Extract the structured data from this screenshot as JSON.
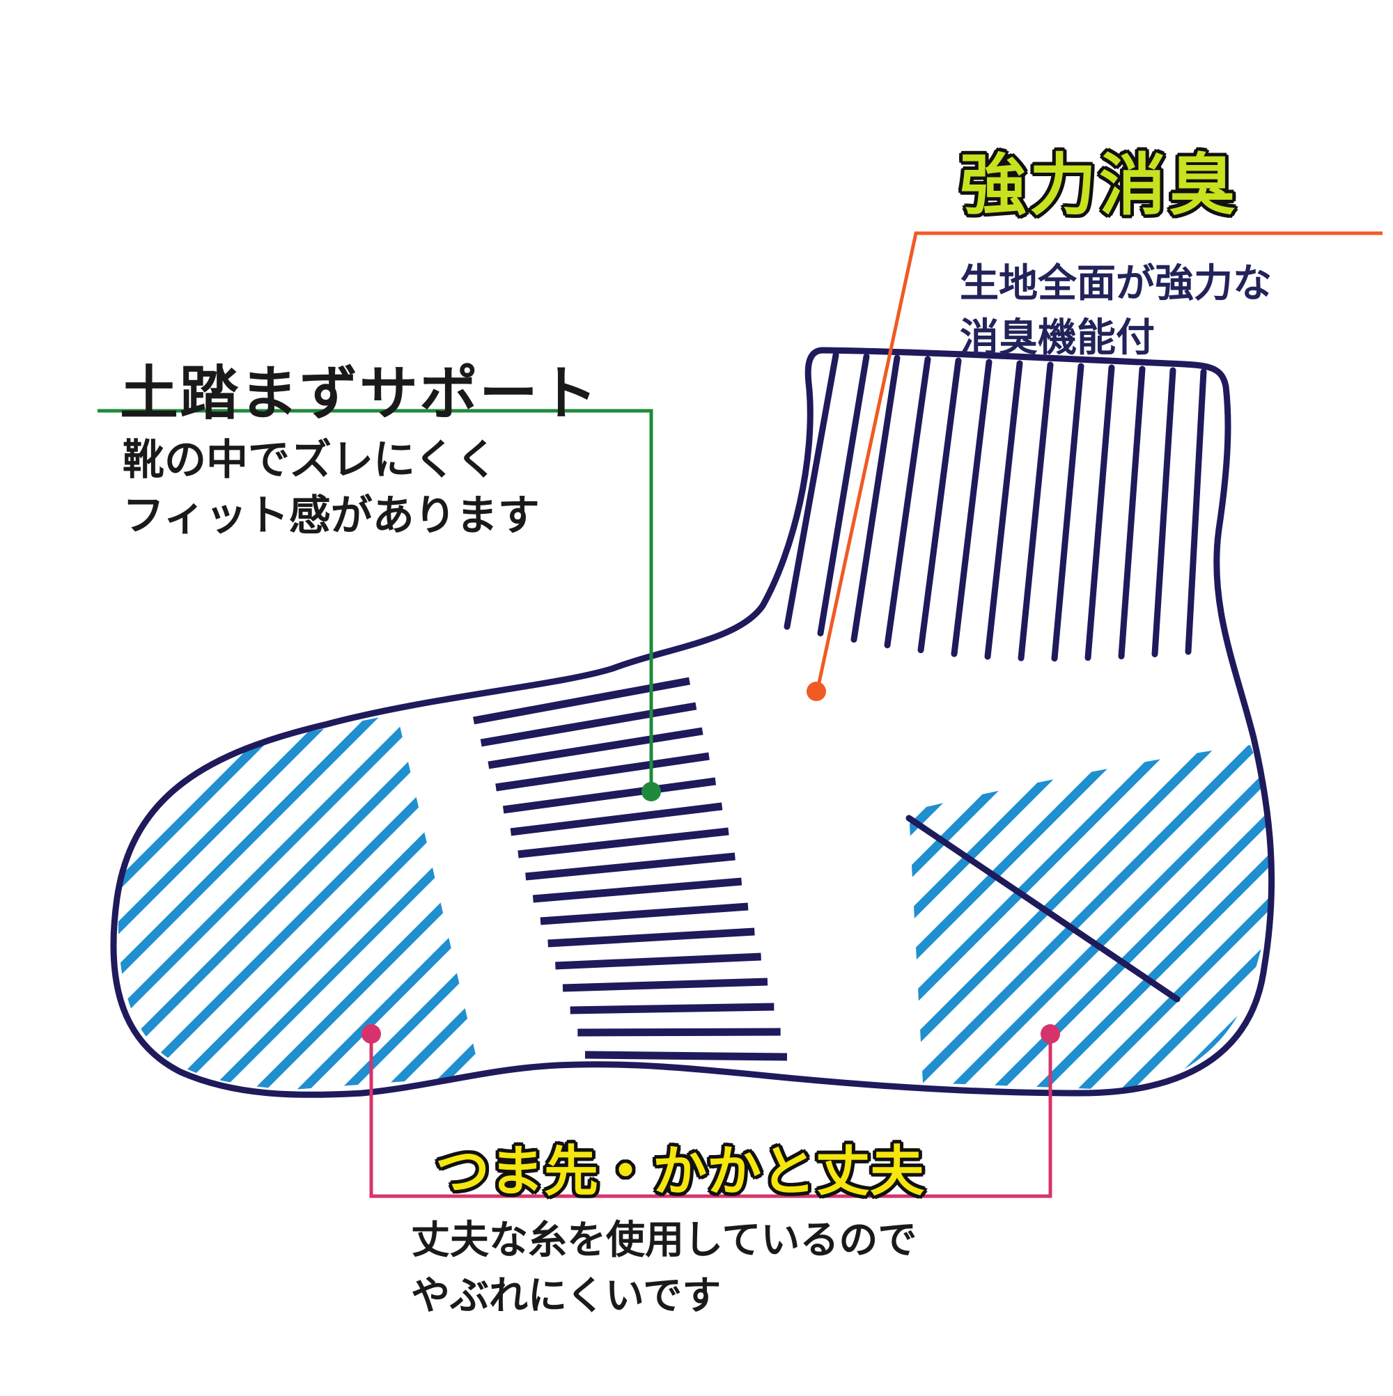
{
  "callouts": {
    "deodorant": {
      "title": "強力消臭",
      "line1": "生地全面が強力な",
      "line2": "消臭機能付",
      "leader_color": "#f05a23"
    },
    "arch": {
      "title": "土踏まずサポート",
      "line1": "靴の中でズレにくく",
      "line2": "フィット感があります",
      "leader_color": "#1f8a3b"
    },
    "durable": {
      "title": "つま先・かかと丈夫",
      "line1": "丈夫な糸を使用しているので",
      "line2": "やぶれにくいです",
      "leader_color": "#d6336c"
    }
  },
  "colors": {
    "sock_outline": "#1f1a5c",
    "hatch_blue": "#1f8fcf",
    "title_green_fill": "#c9e21f",
    "title_yellow_fill": "#f5e60e"
  }
}
